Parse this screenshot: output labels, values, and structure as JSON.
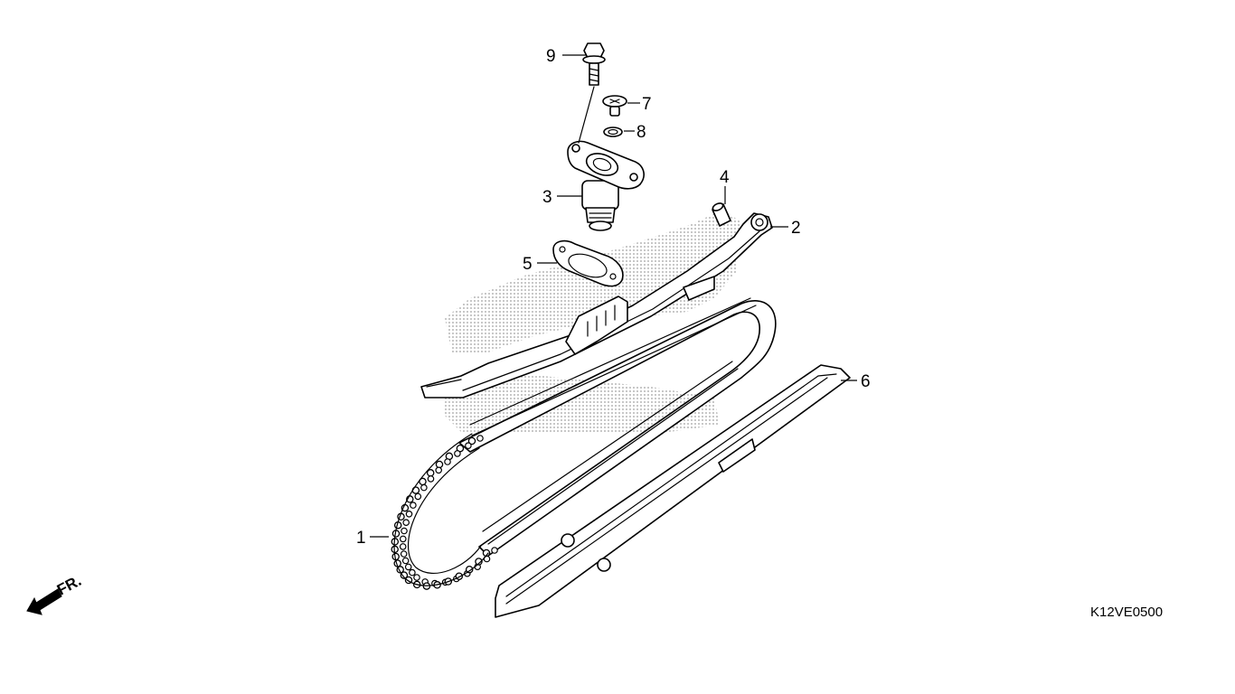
{
  "diagram": {
    "callouts": [
      {
        "id": "1",
        "label": "1"
      },
      {
        "id": "2",
        "label": "2"
      },
      {
        "id": "3",
        "label": "3"
      },
      {
        "id": "4",
        "label": "4"
      },
      {
        "id": "5",
        "label": "5"
      },
      {
        "id": "6",
        "label": "6"
      },
      {
        "id": "7",
        "label": "7"
      },
      {
        "id": "8",
        "label": "8"
      },
      {
        "id": "9",
        "label": "9"
      }
    ],
    "front_indicator": "FR.",
    "diagram_code": "K12VE0500"
  },
  "colors": {
    "line": "#000000",
    "background": "#ffffff",
    "engine_ghost_dots": "#9a9a9a"
  }
}
